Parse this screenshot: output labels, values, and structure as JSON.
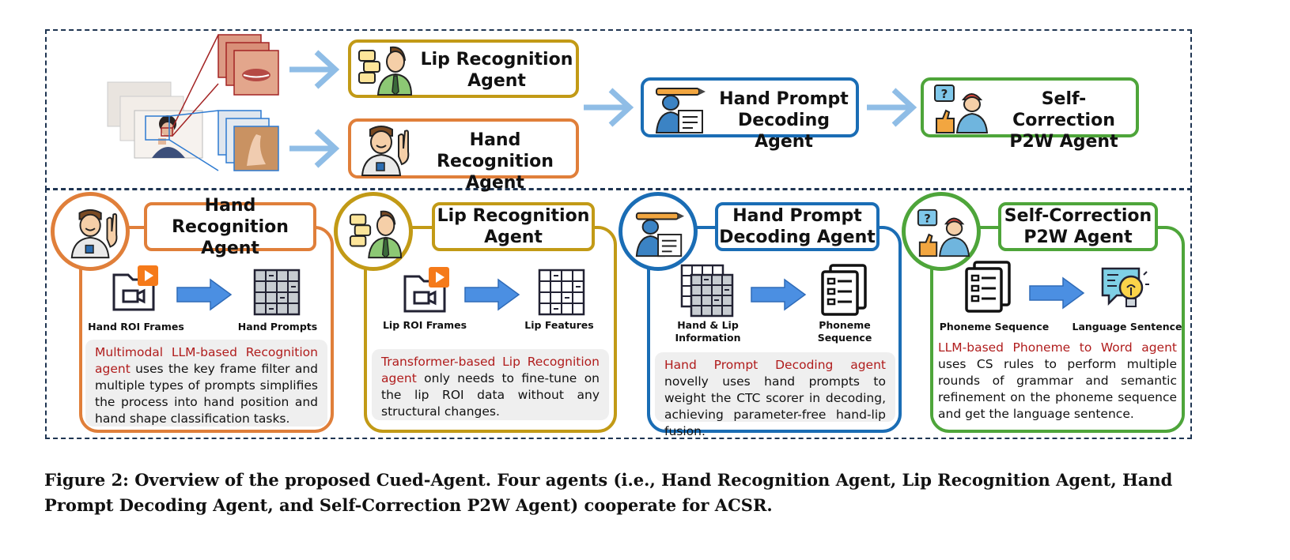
{
  "colors": {
    "orange": "#e07f3a",
    "gold": "#c29a16",
    "blue": "#1a6db5",
    "green": "#4ea53a",
    "highlight": "#b01c1c",
    "arrow": "#8fbde6",
    "dash": "#1f3552"
  },
  "top": {
    "lip_agent": [
      "Lip Recognition",
      "Agent"
    ],
    "hand_agent": [
      "Hand",
      "Recognition Agent"
    ],
    "decoding_agent": [
      "Hand Prompt",
      "Decoding Agent"
    ],
    "p2w_agent": [
      "Self-Correction",
      "P2W Agent"
    ]
  },
  "panels": [
    {
      "title": [
        "Hand",
        "Recognition Agent"
      ],
      "input_label": "Hand ROI Frames",
      "output_label": "Hand Prompts",
      "highlight": "Multimodal LLM-based Recognition agent",
      "text": " uses the key frame filter and multiple types of prompts simplifies the process into hand position and hand shape classification tasks."
    },
    {
      "title": [
        "Lip Recognition",
        "Agent"
      ],
      "input_label": "Lip ROI Frames",
      "output_label": "Lip Features",
      "highlight": "Transformer-based Lip Recognition agent",
      "text": " only needs to fine-tune on the lip ROI data without any structural changes."
    },
    {
      "title": [
        "Hand Prompt",
        "Decoding Agent"
      ],
      "input_label": [
        "Hand & Lip",
        "Information"
      ],
      "output_label": [
        "Phoneme",
        "Sequence"
      ],
      "highlight": "Hand Prompt Decoding agent",
      "text": " novelly uses hand prompts to weight the CTC scorer in decoding, achieving parameter-free hand-lip fusion."
    },
    {
      "title": [
        "Self-Correction",
        "P2W Agent"
      ],
      "input_label": "Phoneme Sequence",
      "output_label": "Language Sentence",
      "highlight": "LLM-based Phoneme to Word agent",
      "text": " uses CS rules to perform multiple rounds of grammar and semantic refinement on the phoneme sequence and get the language sentence."
    }
  ],
  "caption": "Figure 2: Overview of the proposed Cued-Agent. Four agents (i.e., Hand Recognition Agent, Lip Recognition Agent, Hand Prompt Decoding Agent, and Self-Correction P2W Agent) cooperate for ACSR."
}
